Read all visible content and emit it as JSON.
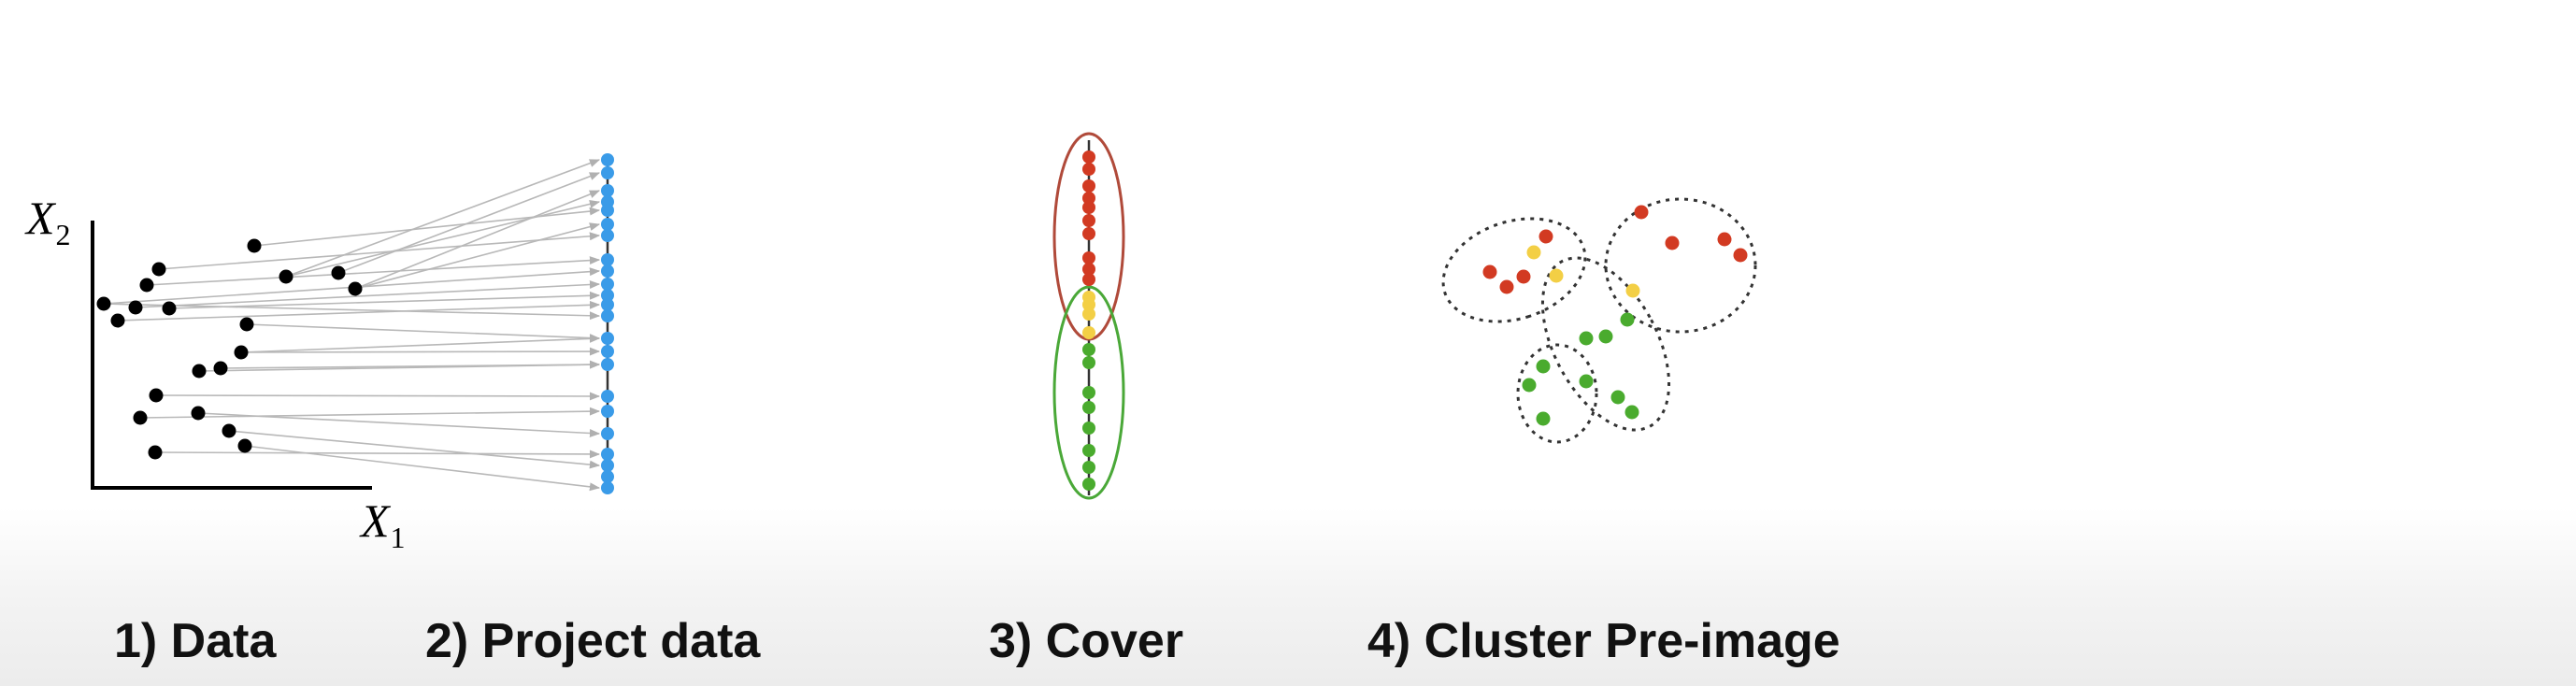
{
  "axes": {
    "x_label": "X",
    "x_sub": "1",
    "y_label": "X",
    "y_sub": "2"
  },
  "steps": [
    {
      "label": "1) Data"
    },
    {
      "label": "2) Project data"
    },
    {
      "label": "3) Cover"
    },
    {
      "label": "4) Cluster Pre-image"
    }
  ],
  "colors": {
    "data_point": "#000000",
    "projected_point": "#3a9be8",
    "projection_line": "#b8b8b8",
    "high_cover": "#d23a22",
    "overlap": "#f3cf45",
    "low_cover": "#4aab2e",
    "high_cover_ellipse": "#b04a3a",
    "low_cover_ellipse": "#4aa838",
    "cluster_outline": "#333333"
  }
}
